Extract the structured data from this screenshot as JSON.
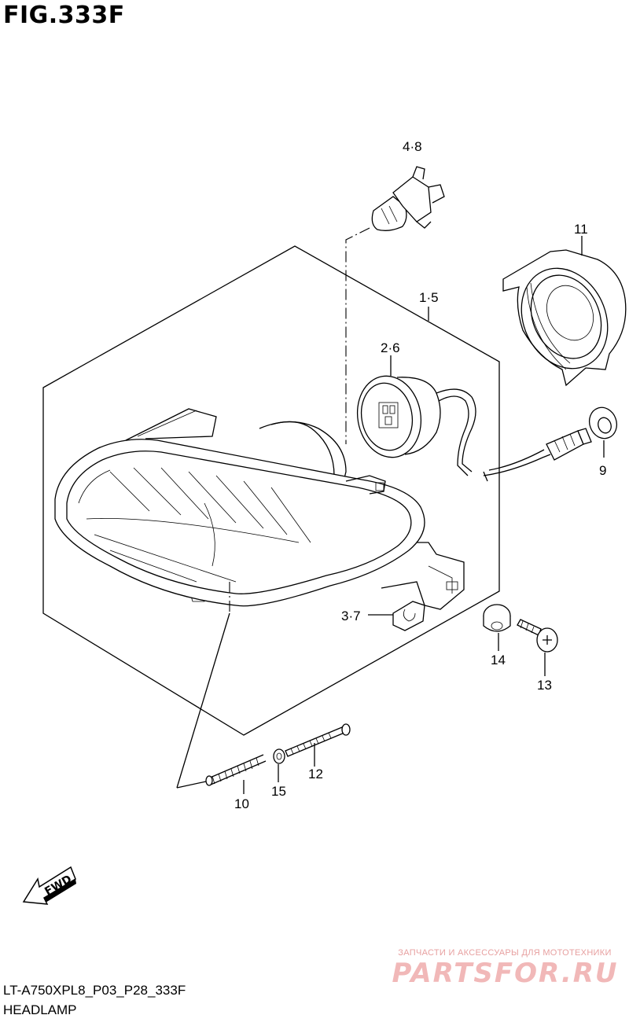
{
  "figure": {
    "title": "FIG.333F",
    "code": "LT-A750XPL8_P03_P28_333F",
    "name": "HEADLAMP"
  },
  "callouts": {
    "c48": "4·8",
    "c11": "11",
    "c15a": "1·5",
    "c26": "2·6",
    "c9": "9",
    "c37": "3·7",
    "c14": "14",
    "c13": "13",
    "c12": "12",
    "c15": "15",
    "c10": "10"
  },
  "fwd_label": "FWD",
  "watermark": {
    "tagline": "ЗАПЧАСТИ И АКСЕССУАРЫ ДЛЯ МОТОТЕХНИКИ",
    "logo": "PARTSFOR.RU"
  },
  "colors": {
    "line": "#000000",
    "background": "#ffffff",
    "watermark": "#f1b8b8"
  }
}
